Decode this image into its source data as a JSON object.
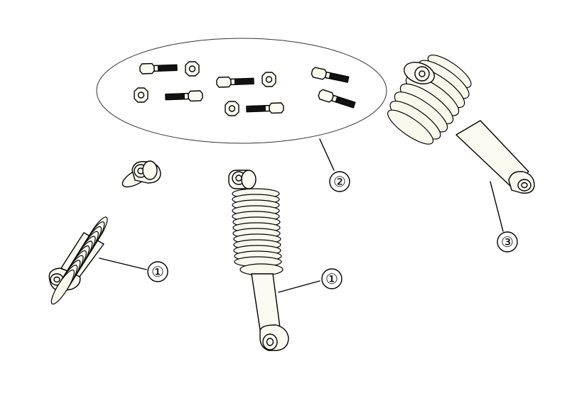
{
  "diagram": {
    "callouts": [
      {
        "id": "left-absorber",
        "label": "①"
      },
      {
        "id": "center-absorber",
        "label": "①"
      },
      {
        "id": "hardware-kit",
        "label": "②"
      },
      {
        "id": "right-absorber",
        "label": "③"
      }
    ],
    "colors": {
      "line": "#000000",
      "part_fill": "#fbfbf2",
      "background": "#ffffff"
    }
  }
}
